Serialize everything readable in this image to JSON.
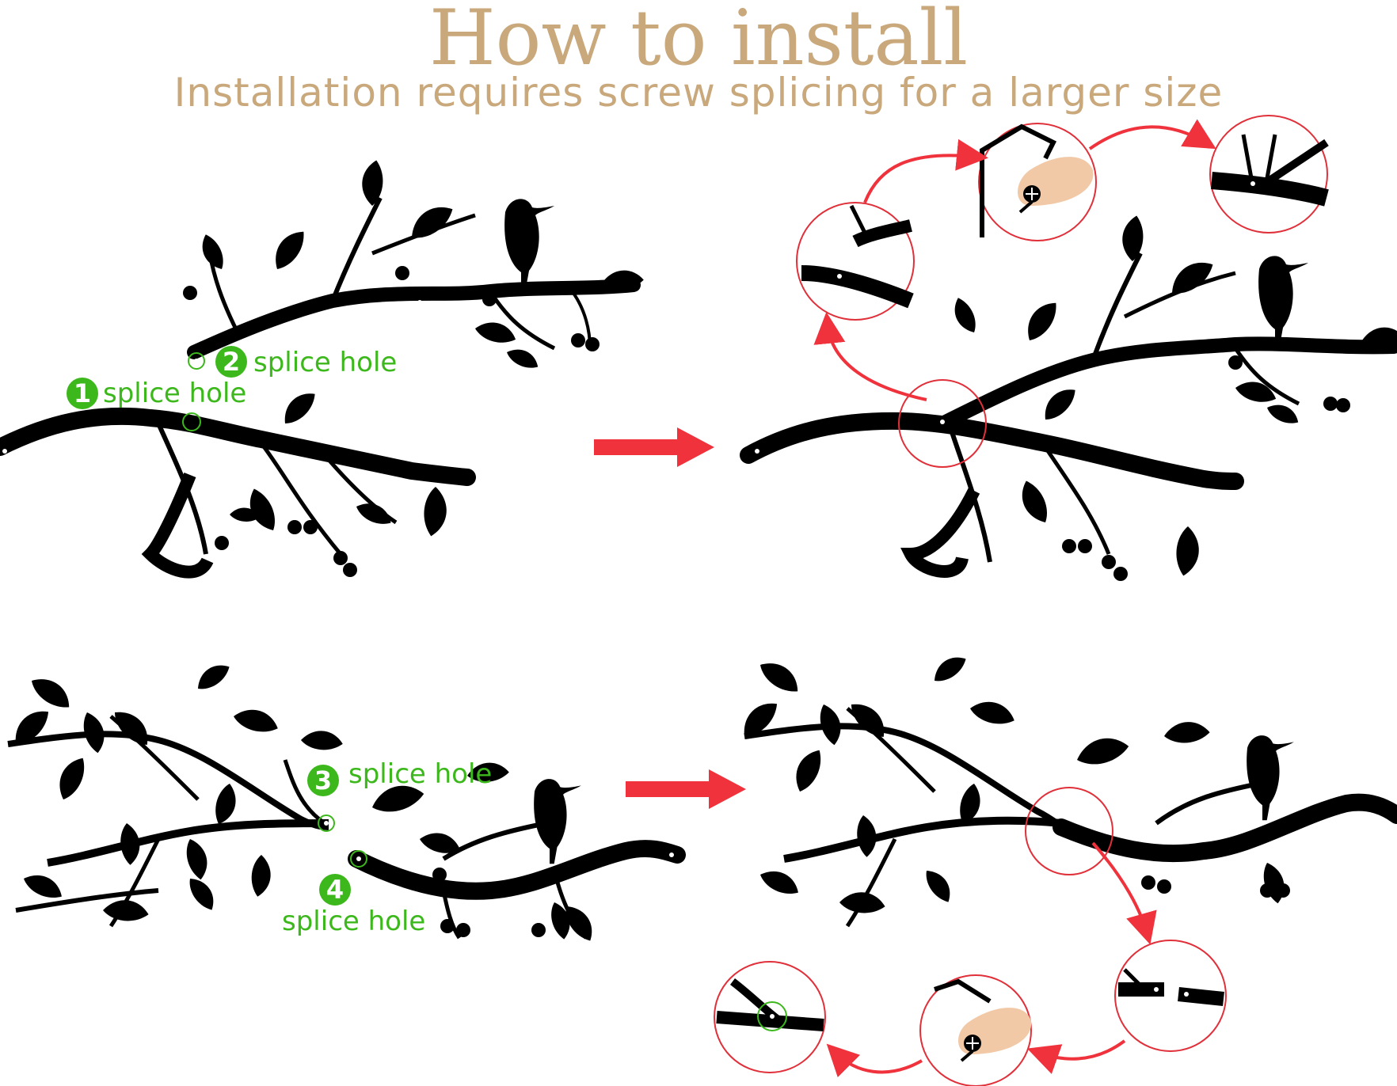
{
  "header": {
    "title": "How to install",
    "subtitle": "Installation requires screw splicing for a larger size"
  },
  "labels": [
    {
      "number": "1",
      "text": "splice hole"
    },
    {
      "number": "2",
      "text": "splice hole"
    },
    {
      "number": "3",
      "text": "splice hole"
    },
    {
      "number": "4",
      "text": "splice hole"
    }
  ],
  "colors": {
    "title": "#c9a87c",
    "label_green": "#3cb81c",
    "arrow_red": "#f0323c",
    "circle_red": "#e0303a",
    "silhouette": "#000000",
    "skin": "#f2c9a6"
  },
  "icons": [
    "bird-silhouette-icon",
    "branch-silhouette-icon",
    "screw-icon",
    "finger-icon",
    "arrow-right-icon"
  ]
}
